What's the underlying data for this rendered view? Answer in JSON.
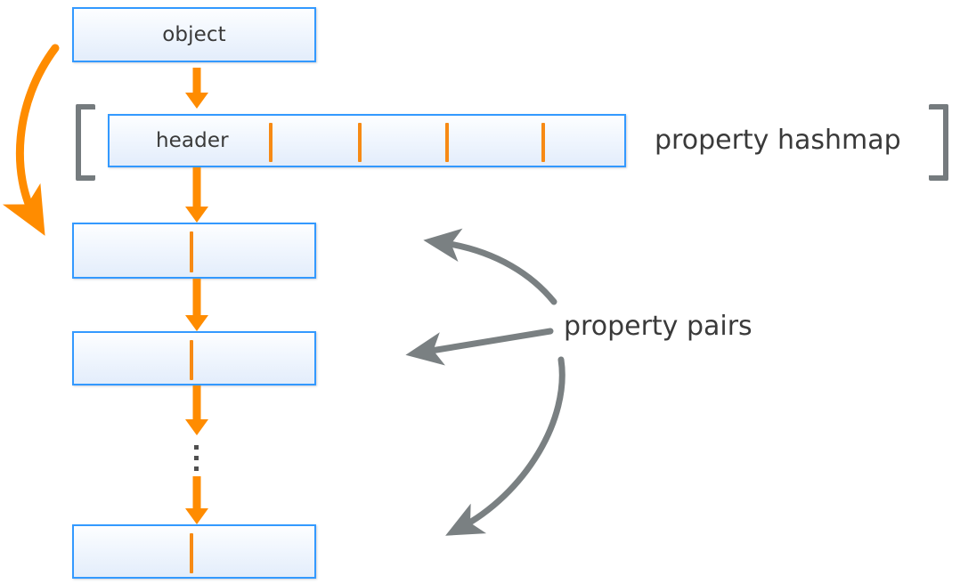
{
  "diagram": {
    "title": "object property hashmap structure",
    "colors": {
      "box_border": "#3399ff",
      "box_fill_top": "#fdfeff",
      "box_fill_bottom": "#e3edfb",
      "orange": "#ff8c00",
      "orange_tick": "#f78a14",
      "gray_arrow": "#7a8082",
      "bracket_gray": "#757b7e",
      "text": "#3a3a3a",
      "background": "#ffffff"
    }
  },
  "boxes": {
    "object": {
      "label": "object"
    },
    "hashmap": {
      "label": "header",
      "cell_separator_count": 4
    },
    "pair1": {
      "label": ""
    },
    "pair2": {
      "label": ""
    },
    "pair_last": {
      "label": ""
    }
  },
  "labels": {
    "property_hashmap": "property hashmap",
    "property_pairs": "property pairs"
  },
  "brackets": {
    "open": "[",
    "close": "]"
  },
  "ellipsis": {
    "dot_count": 3,
    "meaning": "more property pairs"
  },
  "arrows": {
    "object_to_hashmap": "object points to property hashmap",
    "hashmap_to_pair1": "hashmap header links to first property pair",
    "pair1_to_pair2": "first property pair links to next property pair",
    "pair2_to_ellipsis": "chain continues",
    "ellipsis_to_pair_last": "chain continues to last property pair",
    "object_curved_to_pair1": "object reference curves down to property pair chain",
    "pairs_label_to_pair1": "property pairs label points to first pair",
    "pairs_label_to_pair2": "property pairs label points to second pair",
    "pairs_label_to_pair_last": "property pairs label points to last pair"
  }
}
